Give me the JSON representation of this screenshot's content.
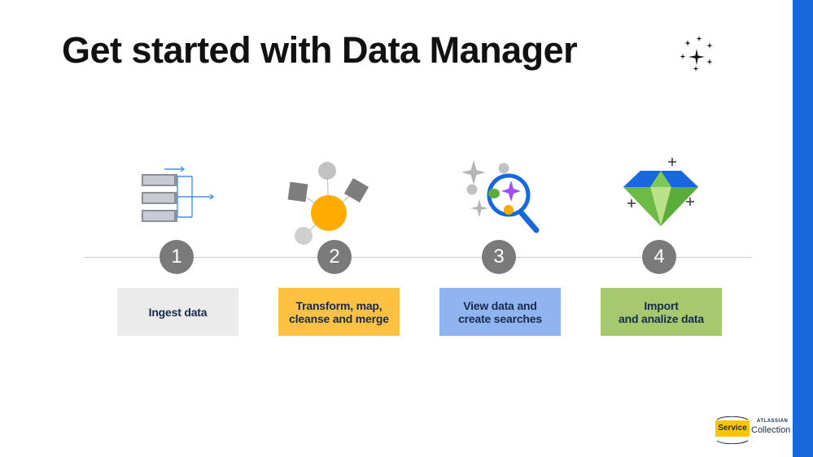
{
  "title": "Get started with Data Manager",
  "steps": [
    {
      "number": "1",
      "label": "Ingest data",
      "color": "#ebebeb",
      "icon": "ingest-data-icon"
    },
    {
      "number": "2",
      "label": "Transform, map,\ncleanse and merge",
      "color": "#ffc142",
      "icon": "transform-nodes-icon"
    },
    {
      "number": "3",
      "label": "View data and\ncreate searches",
      "color": "#8fb4f0",
      "icon": "magnifier-search-icon"
    },
    {
      "number": "4",
      "label": "Import\nand analize data",
      "color": "#a6c96e",
      "icon": "gem-icon"
    }
  ],
  "colors": {
    "accent_bar": "#1868db",
    "step_number_circle": "#7a7a7a",
    "timeline": "#c9c9c9"
  },
  "branding": {
    "company": "ATLASSIAN",
    "badge": "Service",
    "product": "Collection"
  }
}
